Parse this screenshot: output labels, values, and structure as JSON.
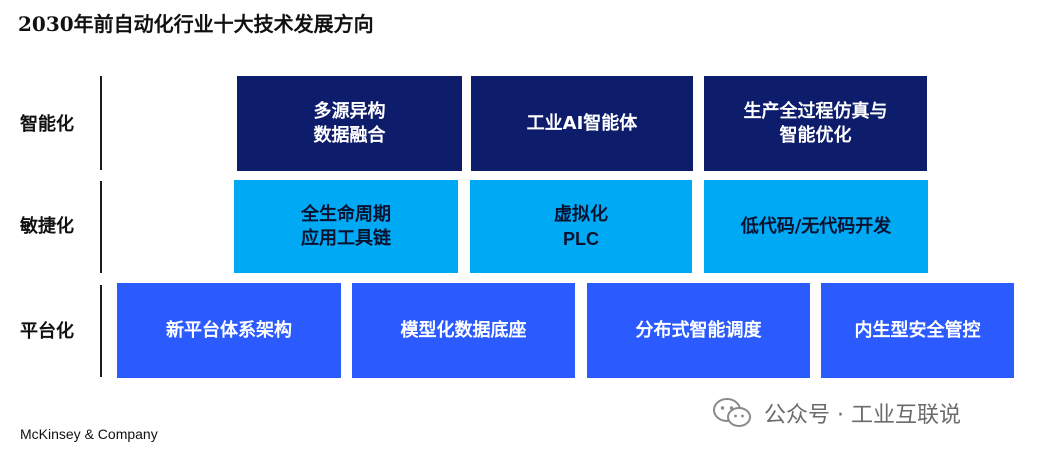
{
  "title": "2030年前自动化行业十大技术发展方向",
  "rows": {
    "intelligent": {
      "label": "智能化",
      "boxes": [
        {
          "line1": "多源异构",
          "line2": "数据融合"
        },
        {
          "line1": "工业AI智能体",
          "line2": ""
        },
        {
          "line1": "生产全过程仿真与",
          "line2": "智能优化"
        }
      ]
    },
    "agile": {
      "label": "敏捷化",
      "boxes": [
        {
          "line1": "全生命周期",
          "line2": "应用工具链"
        },
        {
          "line1": "虚拟化",
          "line2": "PLC"
        },
        {
          "line1": "低代码/无代码开发",
          "line2": ""
        }
      ]
    },
    "platform": {
      "label": "平台化",
      "boxes": [
        {
          "line1": "新平台体系架构",
          "line2": ""
        },
        {
          "line1": "模型化数据底座",
          "line2": ""
        },
        {
          "line1": "分布式智能调度",
          "line2": ""
        },
        {
          "line1": "内生型安全管控",
          "line2": ""
        }
      ]
    }
  },
  "footer": "McKinsey & Company",
  "watermark": "公众号 · 工业互联说",
  "colors": {
    "dark": "#0d1c6b",
    "light": "#00a9f4",
    "mid": "#2b5bff"
  }
}
